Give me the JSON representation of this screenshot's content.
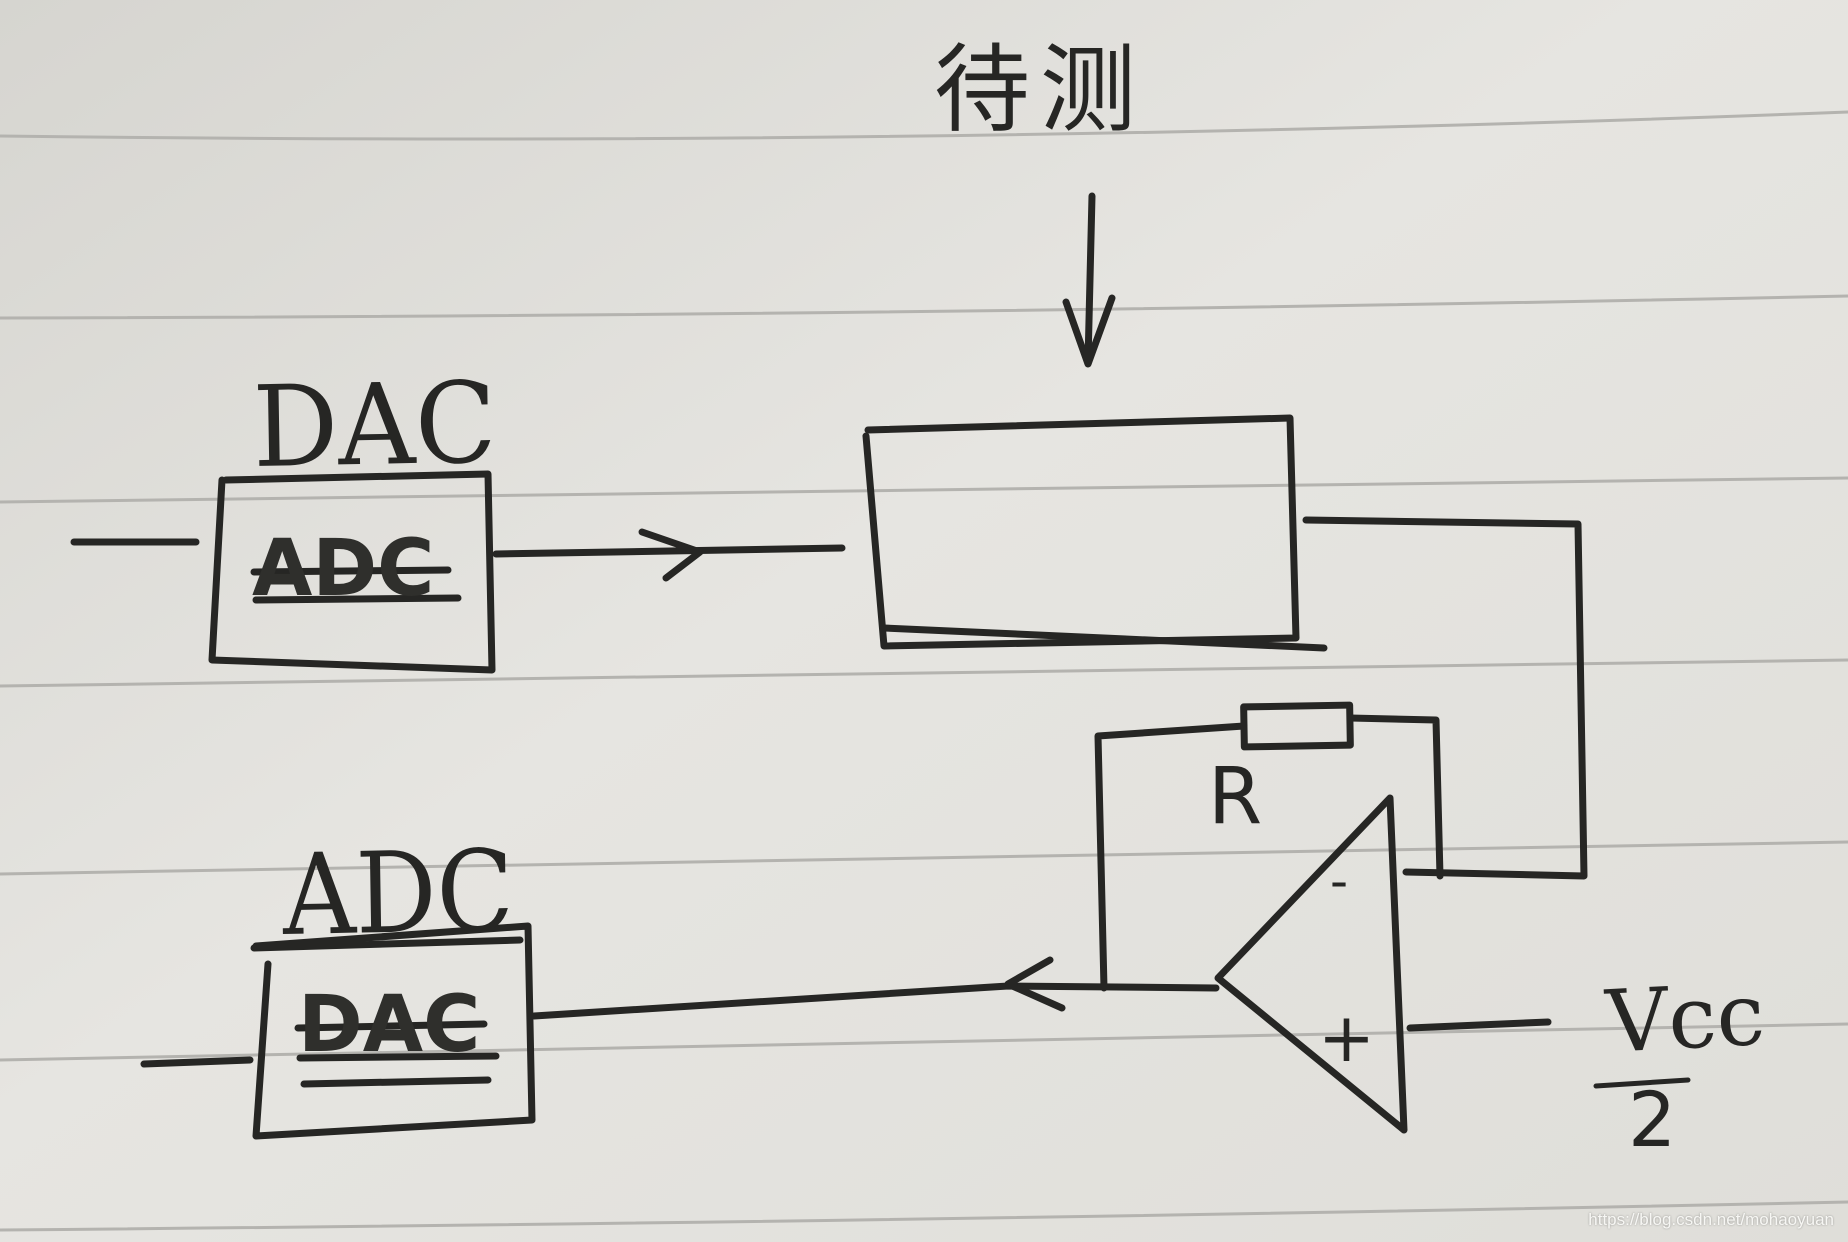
{
  "labels": {
    "dac_block": "DAC",
    "adc_block": "ADC",
    "device_under_test": "待测",
    "feedback_resistor": "R",
    "inverting_input": "-",
    "noninverting_input": "+",
    "reference_numerator": "Vcc",
    "reference_denominator": "2",
    "struck_text_dac_block": "ADC",
    "struck_text_adc_block": "DAC"
  },
  "watermark": "https://blog.csdn.net/mohaoyuan",
  "colors": {
    "paper": "#e4e3df",
    "ruled_line": "#b9b8b4",
    "ink": "#262624"
  }
}
